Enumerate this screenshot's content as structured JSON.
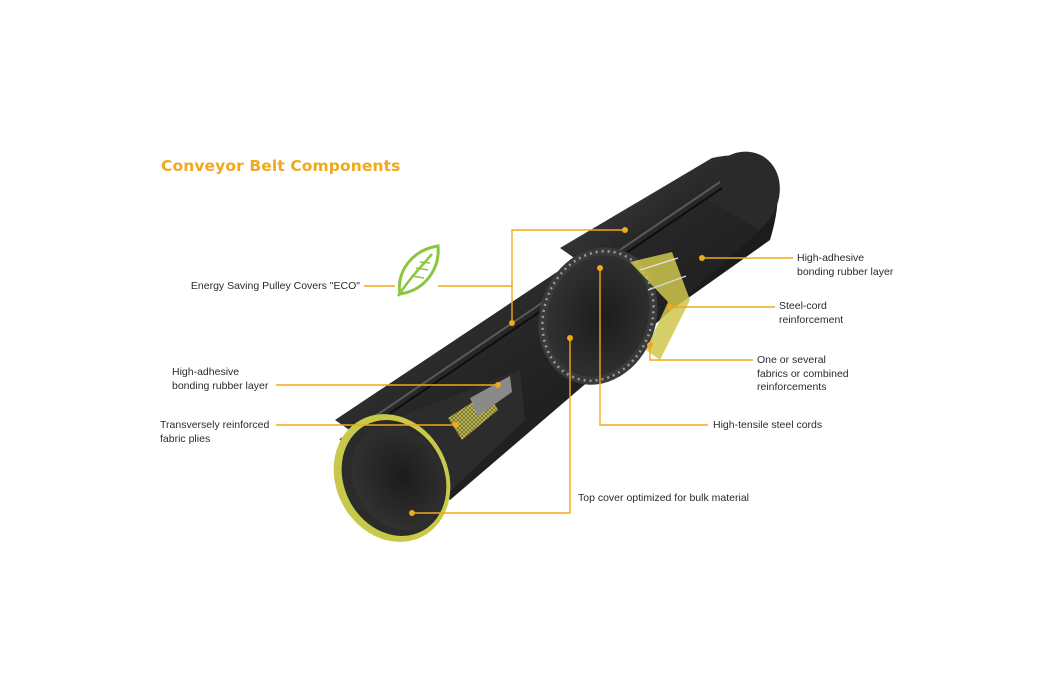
{
  "title": "Conveyor Belt Components",
  "accent_color": "#f0a81c",
  "icon": "leaf-icon",
  "labels": {
    "eco": "Energy Saving Pulley Covers \"ECO\"",
    "bonding_left": "High-adhesive\nbonding rubber layer",
    "fabric_plies": "Transversely reinforced\nfabric plies",
    "bonding_right": "High-adhesive\nbonding rubber layer",
    "steel_cord": "Steel-cord\nreinforcement",
    "fabrics": "One or several\nfabrics or combined\nreinforcements",
    "steel_cords": "High-tensile steel cords",
    "top_cover": "Top cover optimized for bulk material"
  }
}
